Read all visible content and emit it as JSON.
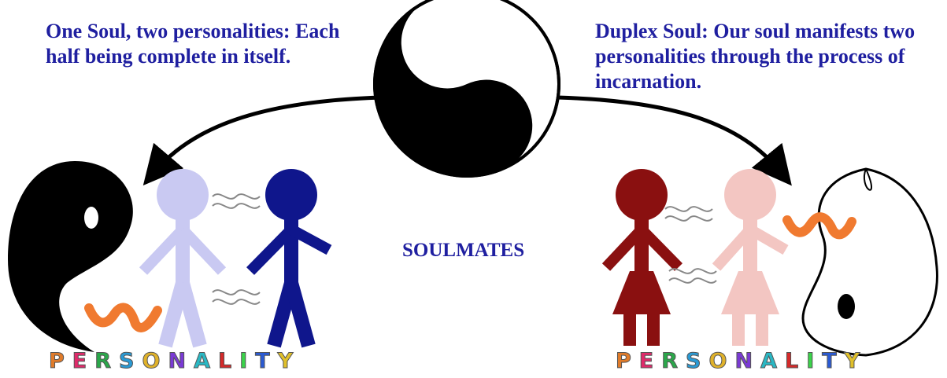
{
  "captions": {
    "left": "One Soul, two personalities: Each half being complete in itself.",
    "right": "Duplex Soul: Our soul manifests two personalities through the process of incarnation."
  },
  "center_label": "SOULMATES",
  "personality_word": "PERSONALITY",
  "personality_letter_colors": [
    "#e07b2a",
    "#e02a6a",
    "#2aa84a",
    "#2a9ad4",
    "#e0b22a",
    "#7a3ad4",
    "#2ab8c4",
    "#d42a2a",
    "#3ad44a",
    "#2a5ad4",
    "#e0c02a"
  ],
  "figures": {
    "left_pair": [
      "light-lavender",
      "navy"
    ],
    "right_pair": [
      "maroon",
      "light-pink"
    ]
  },
  "icons": {
    "center": "yin-yang-icon",
    "left_half": "yin-half-icon",
    "right_half": "yang-half-icon",
    "connector": "wave-icon"
  },
  "colors": {
    "caption_text": "#1f1fa0",
    "wave_orange": "#f07a30",
    "figure_lavender": "#c9c9f2",
    "figure_navy": "#0f168c",
    "figure_maroon": "#8a1010",
    "figure_pink": "#f3c6c2"
  }
}
